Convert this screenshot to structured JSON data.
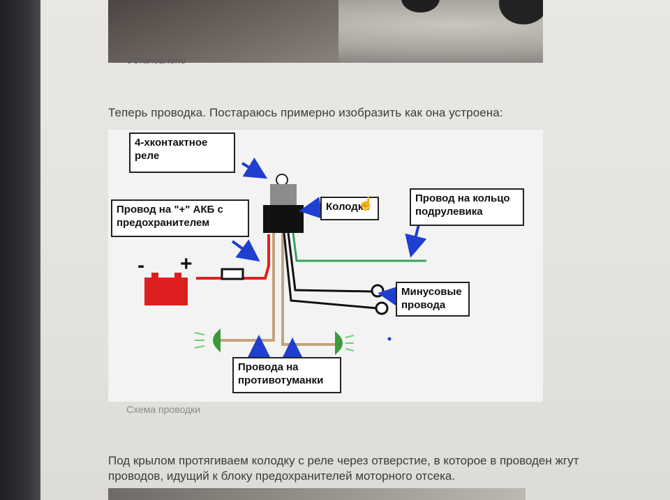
{
  "photo_caption": "Установлено",
  "intro_text": "Теперь проводка. Постараюсь примерно изобразить как она устроена:",
  "diagram": {
    "labels": {
      "relay": "4-хконтактное реле",
      "block": "Колодка",
      "plus_wire": "Провод на \"+\" АКБ с предохранителем",
      "horn_ring_wire": "Провод на кольцо подрулевика",
      "minus_wires": "Минусовые провода",
      "fog_wires": "Провода на противотуманки"
    },
    "battery_minus": "-",
    "battery_plus": "+",
    "caption": "Схема проводки",
    "colors": {
      "arrow": "#1f3fd0",
      "red_wire": "#e0201c",
      "green_wire": "#3aa15a",
      "black_wire": "#111111",
      "tan_wire": "#c4a37e",
      "battery": "#dd1f1f",
      "fog_lamp": "#3a9a3a"
    }
  },
  "body_text": "Под крылом протягиваем колодку с реле через отверстие, в которое в проводен жгут проводов, идущий к блоку предохранителей моторного отсека."
}
